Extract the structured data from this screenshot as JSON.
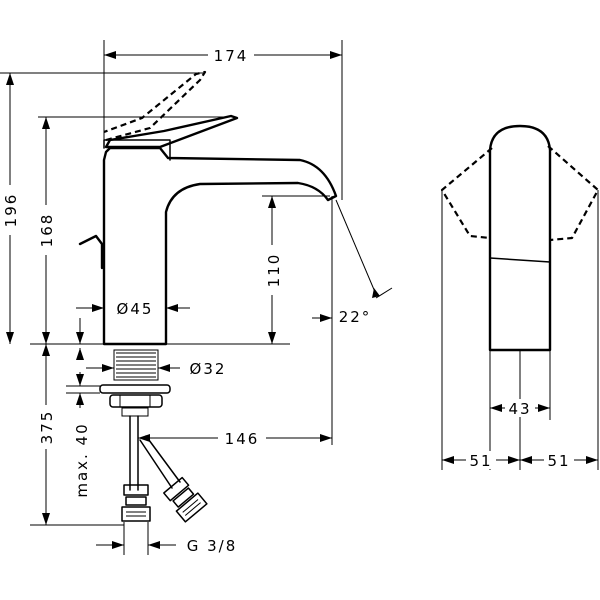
{
  "dimensions": {
    "overall_width": "174",
    "overall_height": "196",
    "handle_height": "168",
    "spout_height": "110",
    "base_diameter": "Ø45",
    "shank_diameter": "Ø32",
    "below_counter": "375",
    "max_thickness": "max. 40",
    "spout_reach": "146",
    "spout_angle": "22°",
    "thread": "G 3/8",
    "side_width": "43",
    "swing_left": "51",
    "swing_right": "51"
  }
}
